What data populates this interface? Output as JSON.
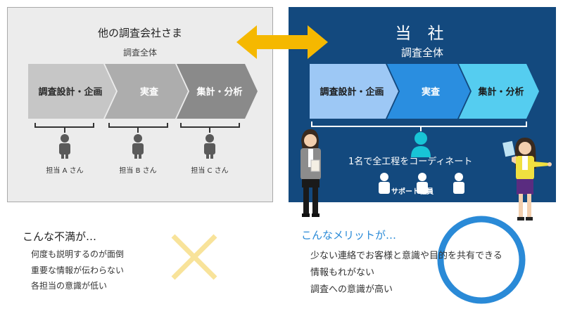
{
  "others": {
    "title": "他の調査会社さま",
    "subtitle": "調査全体",
    "steps": [
      "調査設計・企画",
      "実査",
      "集計・分析"
    ],
    "assignees": [
      "担当 A さん",
      "担当 B さん",
      "担当 C さん"
    ]
  },
  "ours": {
    "title": "当 社",
    "subtitle": "調査全体",
    "steps": [
      "調査設計・企画",
      "実査",
      "集計・分析"
    ],
    "coordinator_text": "1名で全工程をコーディネート",
    "staff_label": "サポート社員"
  },
  "complaints": {
    "title": "こんな不満が…",
    "items": [
      "何度も説明するのが面倒",
      "重要な情報が伝わらない",
      "各担当の意識が低い"
    ]
  },
  "merits": {
    "title": "こんなメリットが…",
    "items": [
      "少ない連絡でお客様と意識や目的を共有できる",
      "情報もれがない",
      "調査への意識が高い"
    ]
  },
  "colors": {
    "left_panel": "#ececec",
    "right_panel": "#13497e",
    "arrow": "#f5b800",
    "cross": "#f8e39a",
    "circle": "#2a8ad7",
    "step_light_blue": "#9dc8f5",
    "step_blue": "#2a8ee0",
    "step_cyan": "#55cdf0",
    "coordinator": "#18c4d6"
  }
}
